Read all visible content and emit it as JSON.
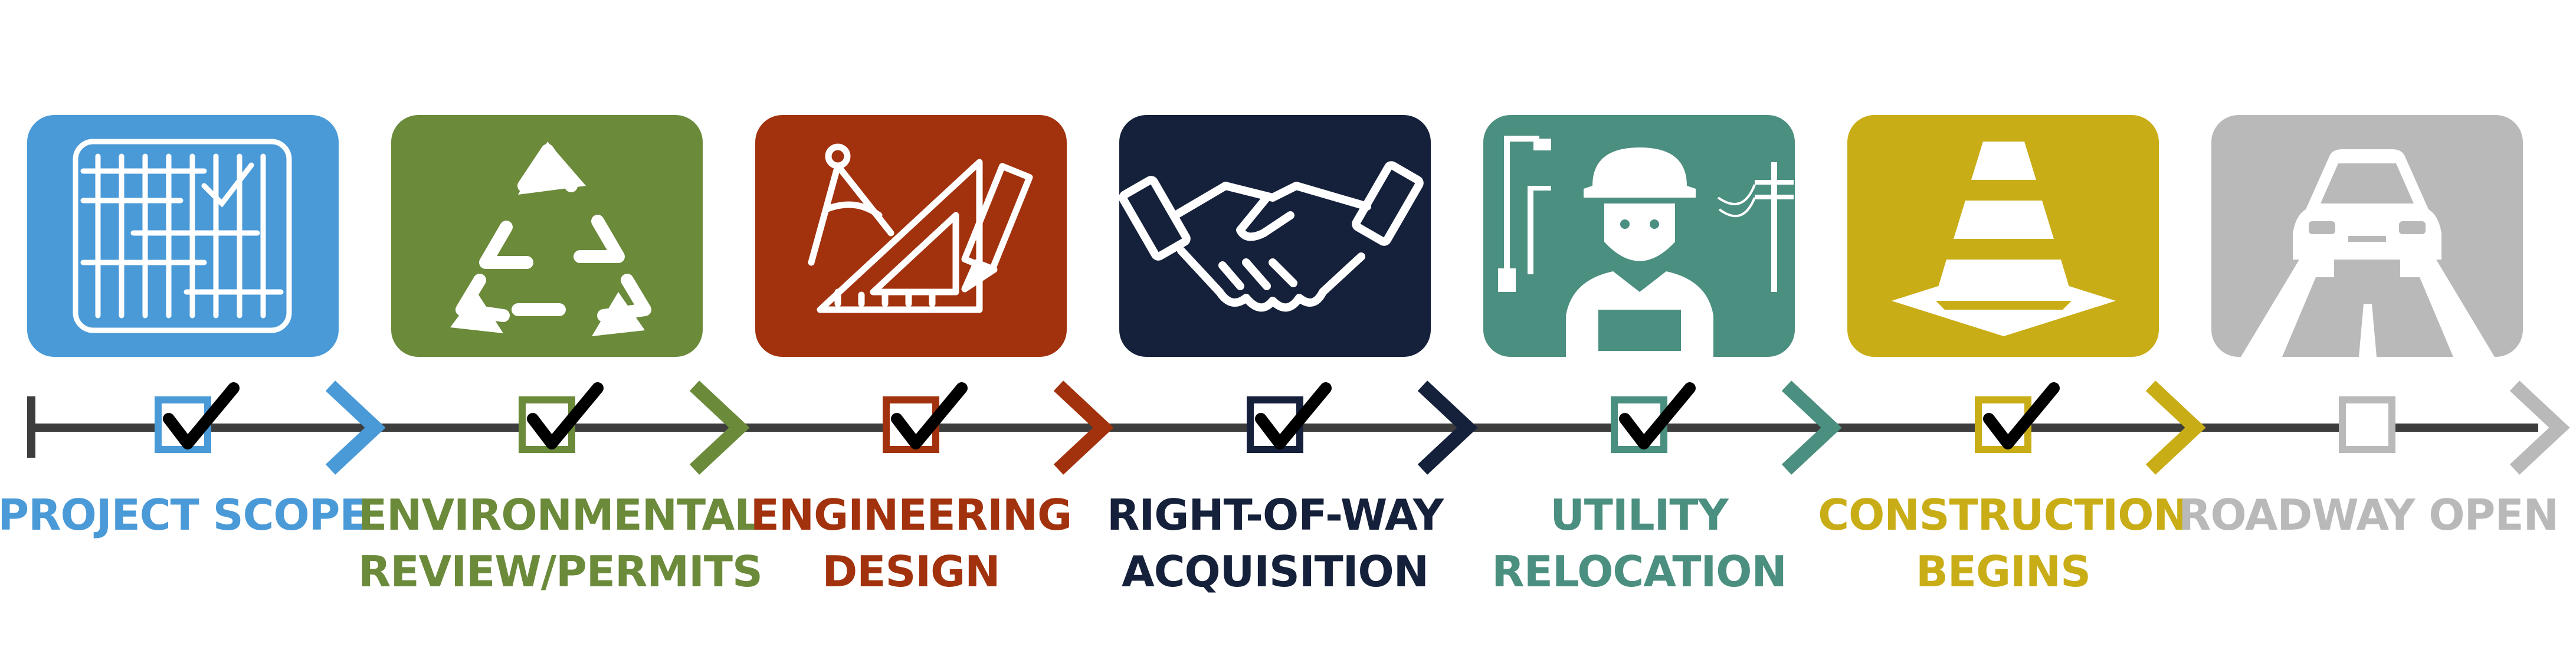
{
  "stages": [
    {
      "label_lines": [
        "PROJECT SCOPE"
      ],
      "color": "#4a9ad8",
      "icon": "blueprint-plan-icon",
      "completed": true
    },
    {
      "label_lines": [
        "ENVIRONMENTAL",
        "REVIEW/PERMITS"
      ],
      "color": "#6b8a3a",
      "icon": "recycle-icon",
      "completed": true
    },
    {
      "label_lines": [
        "ENGINEERING",
        "DESIGN"
      ],
      "color": "#a2320d",
      "icon": "drafting-tools-icon",
      "completed": true
    },
    {
      "label_lines": [
        "RIGHT-OF-WAY",
        "ACQUISITION"
      ],
      "color": "#15203a",
      "icon": "handshake-icon",
      "completed": true
    },
    {
      "label_lines": [
        "UTILITY",
        "RELOCATION"
      ],
      "color": "#4b8f80",
      "icon": "utility-worker-icon",
      "completed": true
    },
    {
      "label_lines": [
        "CONSTRUCTION",
        "BEGINS"
      ],
      "color": "#c9ad16",
      "icon": "traffic-cone-icon",
      "completed": true
    },
    {
      "label_lines": [
        "ROADWAY OPEN"
      ],
      "color": "#b9b9b9",
      "icon": "car-on-road-icon",
      "completed": false
    }
  ]
}
